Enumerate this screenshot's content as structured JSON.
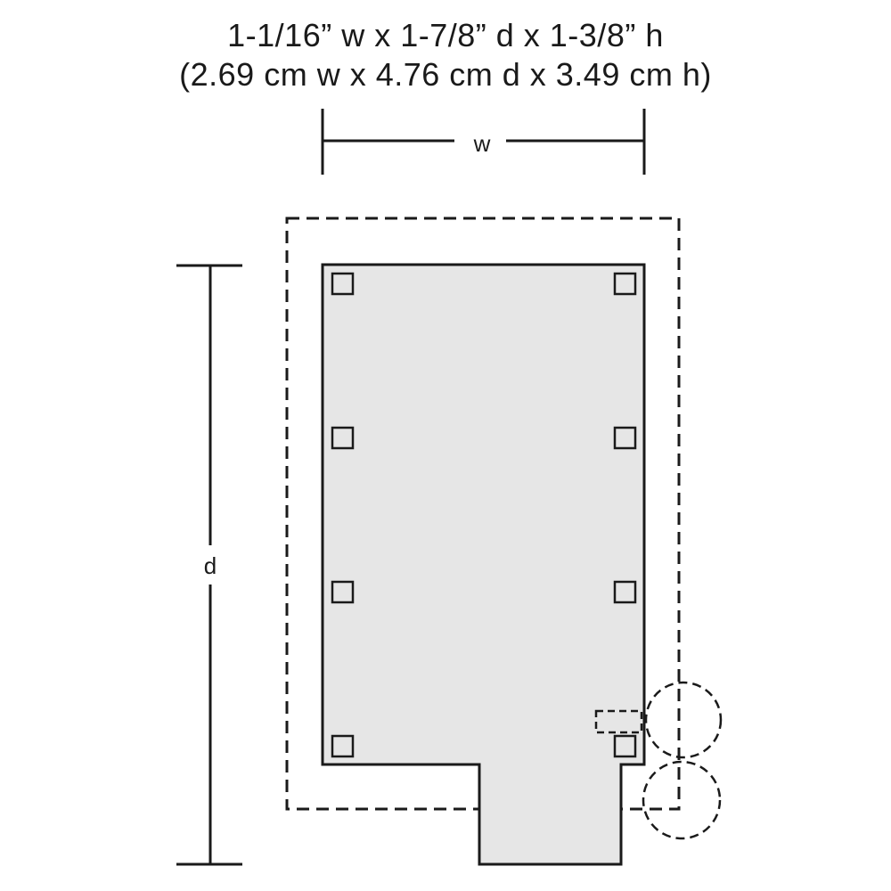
{
  "dimensions": {
    "imperial": "1-1/16” w x 1-7/8” d x 1-3/8” h",
    "metric": "(2.69 cm w x 4.76 cm d x 3.49 cm h)"
  },
  "labels": {
    "width": "w",
    "depth": "d"
  },
  "colors": {
    "stroke": "#1a1a1a",
    "footprint_fill": "#e6e6e6",
    "background": "#ffffff"
  }
}
